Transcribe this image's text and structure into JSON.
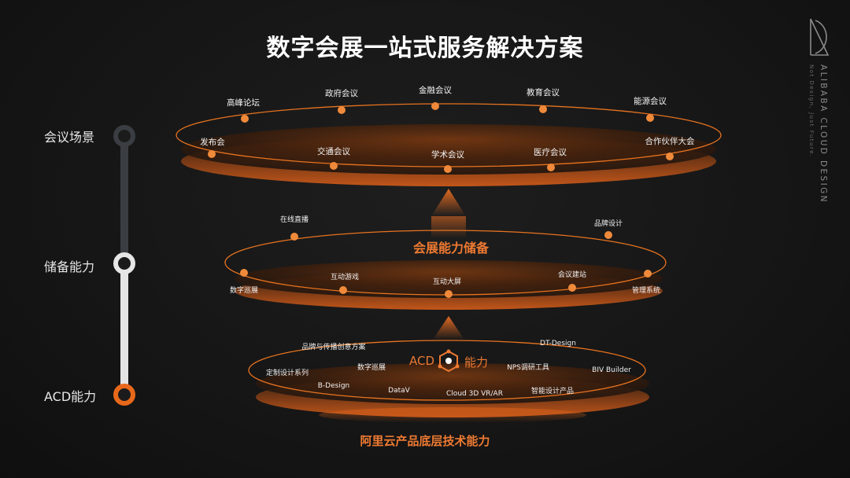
{
  "title": "数字会展一站式服务解决方案",
  "timeline": {
    "items": [
      "会议场景",
      "储备能力",
      "ACD能力"
    ]
  },
  "brand": {
    "name": "ALIBABA CLOUD DESIGN",
    "slogan": "Not Design, Just Future."
  },
  "layers": {
    "scenes": {
      "back": [
        "高峰论坛",
        "政府会议",
        "金融会议",
        "教育会议",
        "能源会议"
      ],
      "front": [
        "发布会",
        "交通会议",
        "学术会议",
        "医疗会议",
        "合作伙伴大会"
      ]
    },
    "reserve": {
      "title": "会展能力储备",
      "back": [
        "在线直播",
        "品牌设计"
      ],
      "front": [
        "数字巡展",
        "互动游戏",
        "互动大屏",
        "会议建站",
        "管理系统"
      ]
    },
    "acd": {
      "title_left": "ACD",
      "title_right": "能力",
      "items": [
        "品牌与传播创意方案",
        "DT-Design",
        "数字巡展",
        "NPS调研工具",
        "定制设计系列",
        "BIV Builder",
        "B-Design",
        "DataV",
        "Cloud 3D VR/AR",
        "智能设计产品"
      ]
    }
  },
  "footer": "阿里云产品底层技术能力",
  "colors": {
    "accent": "#ee7a32",
    "dot": "#f08a3a",
    "background": "#161616"
  }
}
